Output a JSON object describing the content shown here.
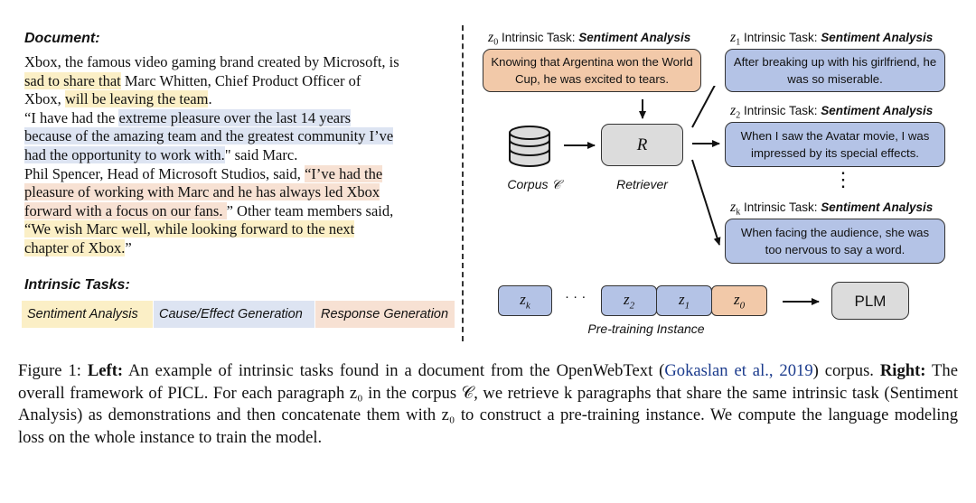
{
  "left": {
    "document_heading": "Document:",
    "document_lines": [
      [
        {
          "t": "Xbox, the famous video gaming brand created by Microsoft, is",
          "h": ""
        }
      ],
      [
        {
          "t": "sad to share that",
          "h": "y"
        },
        {
          "t": " Marc Whitten, Chief Product Officer of",
          "h": ""
        }
      ],
      [
        {
          "t": "Xbox, ",
          "h": ""
        },
        {
          "t": "will be leaving the team",
          "h": "y"
        },
        {
          "t": ".",
          "h": ""
        }
      ],
      [
        {
          "t": "“I have had the ",
          "h": ""
        },
        {
          "t": "extreme pleasure over the last 14 years",
          "h": "b"
        }
      ],
      [
        {
          "t": "because of the amazing team and the greatest community I’ve",
          "h": "b"
        }
      ],
      [
        {
          "t": "had the opportunity to work with.",
          "h": "b"
        },
        {
          "t": "\" said Marc.",
          "h": ""
        }
      ],
      [
        {
          "t": "Phil Spencer, Head of Microsoft Studios, said, ",
          "h": ""
        },
        {
          "t": "“I’ve had the",
          "h": "o"
        }
      ],
      [
        {
          "t": "pleasure of working with Marc and he has always led Xbox",
          "h": "o"
        }
      ],
      [
        {
          "t": "forward with a focus on our fans. ",
          "h": "o"
        },
        {
          "t": "” Other team members said,",
          "h": ""
        }
      ],
      [
        {
          "t": "“We wish Marc well, while looking forward to the next",
          "h": "y"
        }
      ],
      [
        {
          "t": "chapter of Xbox.",
          "h": "y"
        },
        {
          "t": "”",
          "h": ""
        }
      ]
    ],
    "intrinsic_heading": "Intrinsic Tasks:",
    "legend": {
      "sentiment": "Sentiment Analysis",
      "cause": "Cause/Effect Generation",
      "response": "Response Generation"
    },
    "colors": {
      "sentiment": "#fbefc6",
      "cause": "#dde4f2",
      "response": "#f7e1d3"
    }
  },
  "right": {
    "z0_label": {
      "var": "z",
      "sub": "0",
      "prefix": " Intrinsic Task: ",
      "task": "Sentiment Analysis"
    },
    "z0_text": "Knowing that Argentina won the World Cup, he was excited to tears.",
    "z1_label": {
      "var": "z",
      "sub": "1",
      "prefix": " Intrinsic Task: ",
      "task": "Sentiment Analysis"
    },
    "z1_text": "After breaking up with his girlfriend, he was so miserable.",
    "z2_label": {
      "var": "z",
      "sub": "2",
      "prefix": " Intrinsic Task: ",
      "task": "Sentiment Analysis"
    },
    "z2_text": "When I saw the Avatar movie, I was impressed by its special effects.",
    "zk_label": {
      "var": "z",
      "sub": "k",
      "prefix": " Intrinsic Task: ",
      "task": "Sentiment Analysis"
    },
    "zk_text": "When facing the audience, she was too nervous to say a word.",
    "retriever_symbol": "R",
    "retriever_label": "Retriever",
    "corpus_label": "Corpus 𝒞",
    "vdots": "⋮",
    "seq_ellipsis": "· · ·",
    "seq": [
      "z_k",
      "z_2",
      "z_1",
      "z_0"
    ],
    "seq_subs": [
      "k",
      "2",
      "1",
      "0"
    ],
    "plm": "PLM",
    "pretraining_label": "Pre-training Instance",
    "colors": {
      "orange": "#f2c9a9",
      "blue": "#b4c3e6",
      "gray": "#dcdcdc"
    }
  },
  "caption": {
    "figure": "Figure 1: ",
    "left_bold": "Left:",
    "left_text": " An example of intrinsic tasks found in a document from the OpenWebText (",
    "cite": "Gokaslan et al., 2019",
    "after_cite": ") corpus. ",
    "right_bold": "Right:",
    "right_text": " The overall framework of PICL. For each paragraph z₀ in the corpus 𝒞, we retrieve k paragraphs that share the same intrinsic task (Sentiment Analysis) as demonstrations and then concatenate them with z₀ to construct a pre-training instance.  We compute the language modeling loss on the whole instance to train the model."
  }
}
